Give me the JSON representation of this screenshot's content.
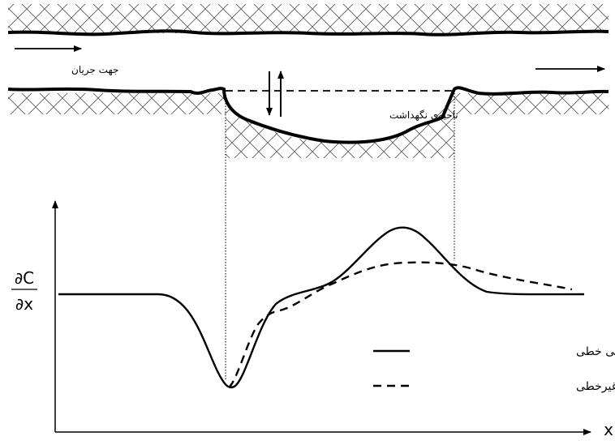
{
  "labels": {
    "flow_direction": "جهت جریان",
    "storage_zone": "ناحیه‌ی نگهداشت",
    "y_axis_numerator": "∂C",
    "y_axis_denominator": "∂x",
    "x_axis": "x"
  },
  "legend": {
    "items": [
      {
        "label": "شار پراکندگی خطی",
        "style": "solid"
      },
      {
        "label": "شار پراکندگی غیرخطی",
        "style": "dashed"
      }
    ]
  },
  "colors": {
    "line": "#000000",
    "background": "#ffffff"
  }
}
